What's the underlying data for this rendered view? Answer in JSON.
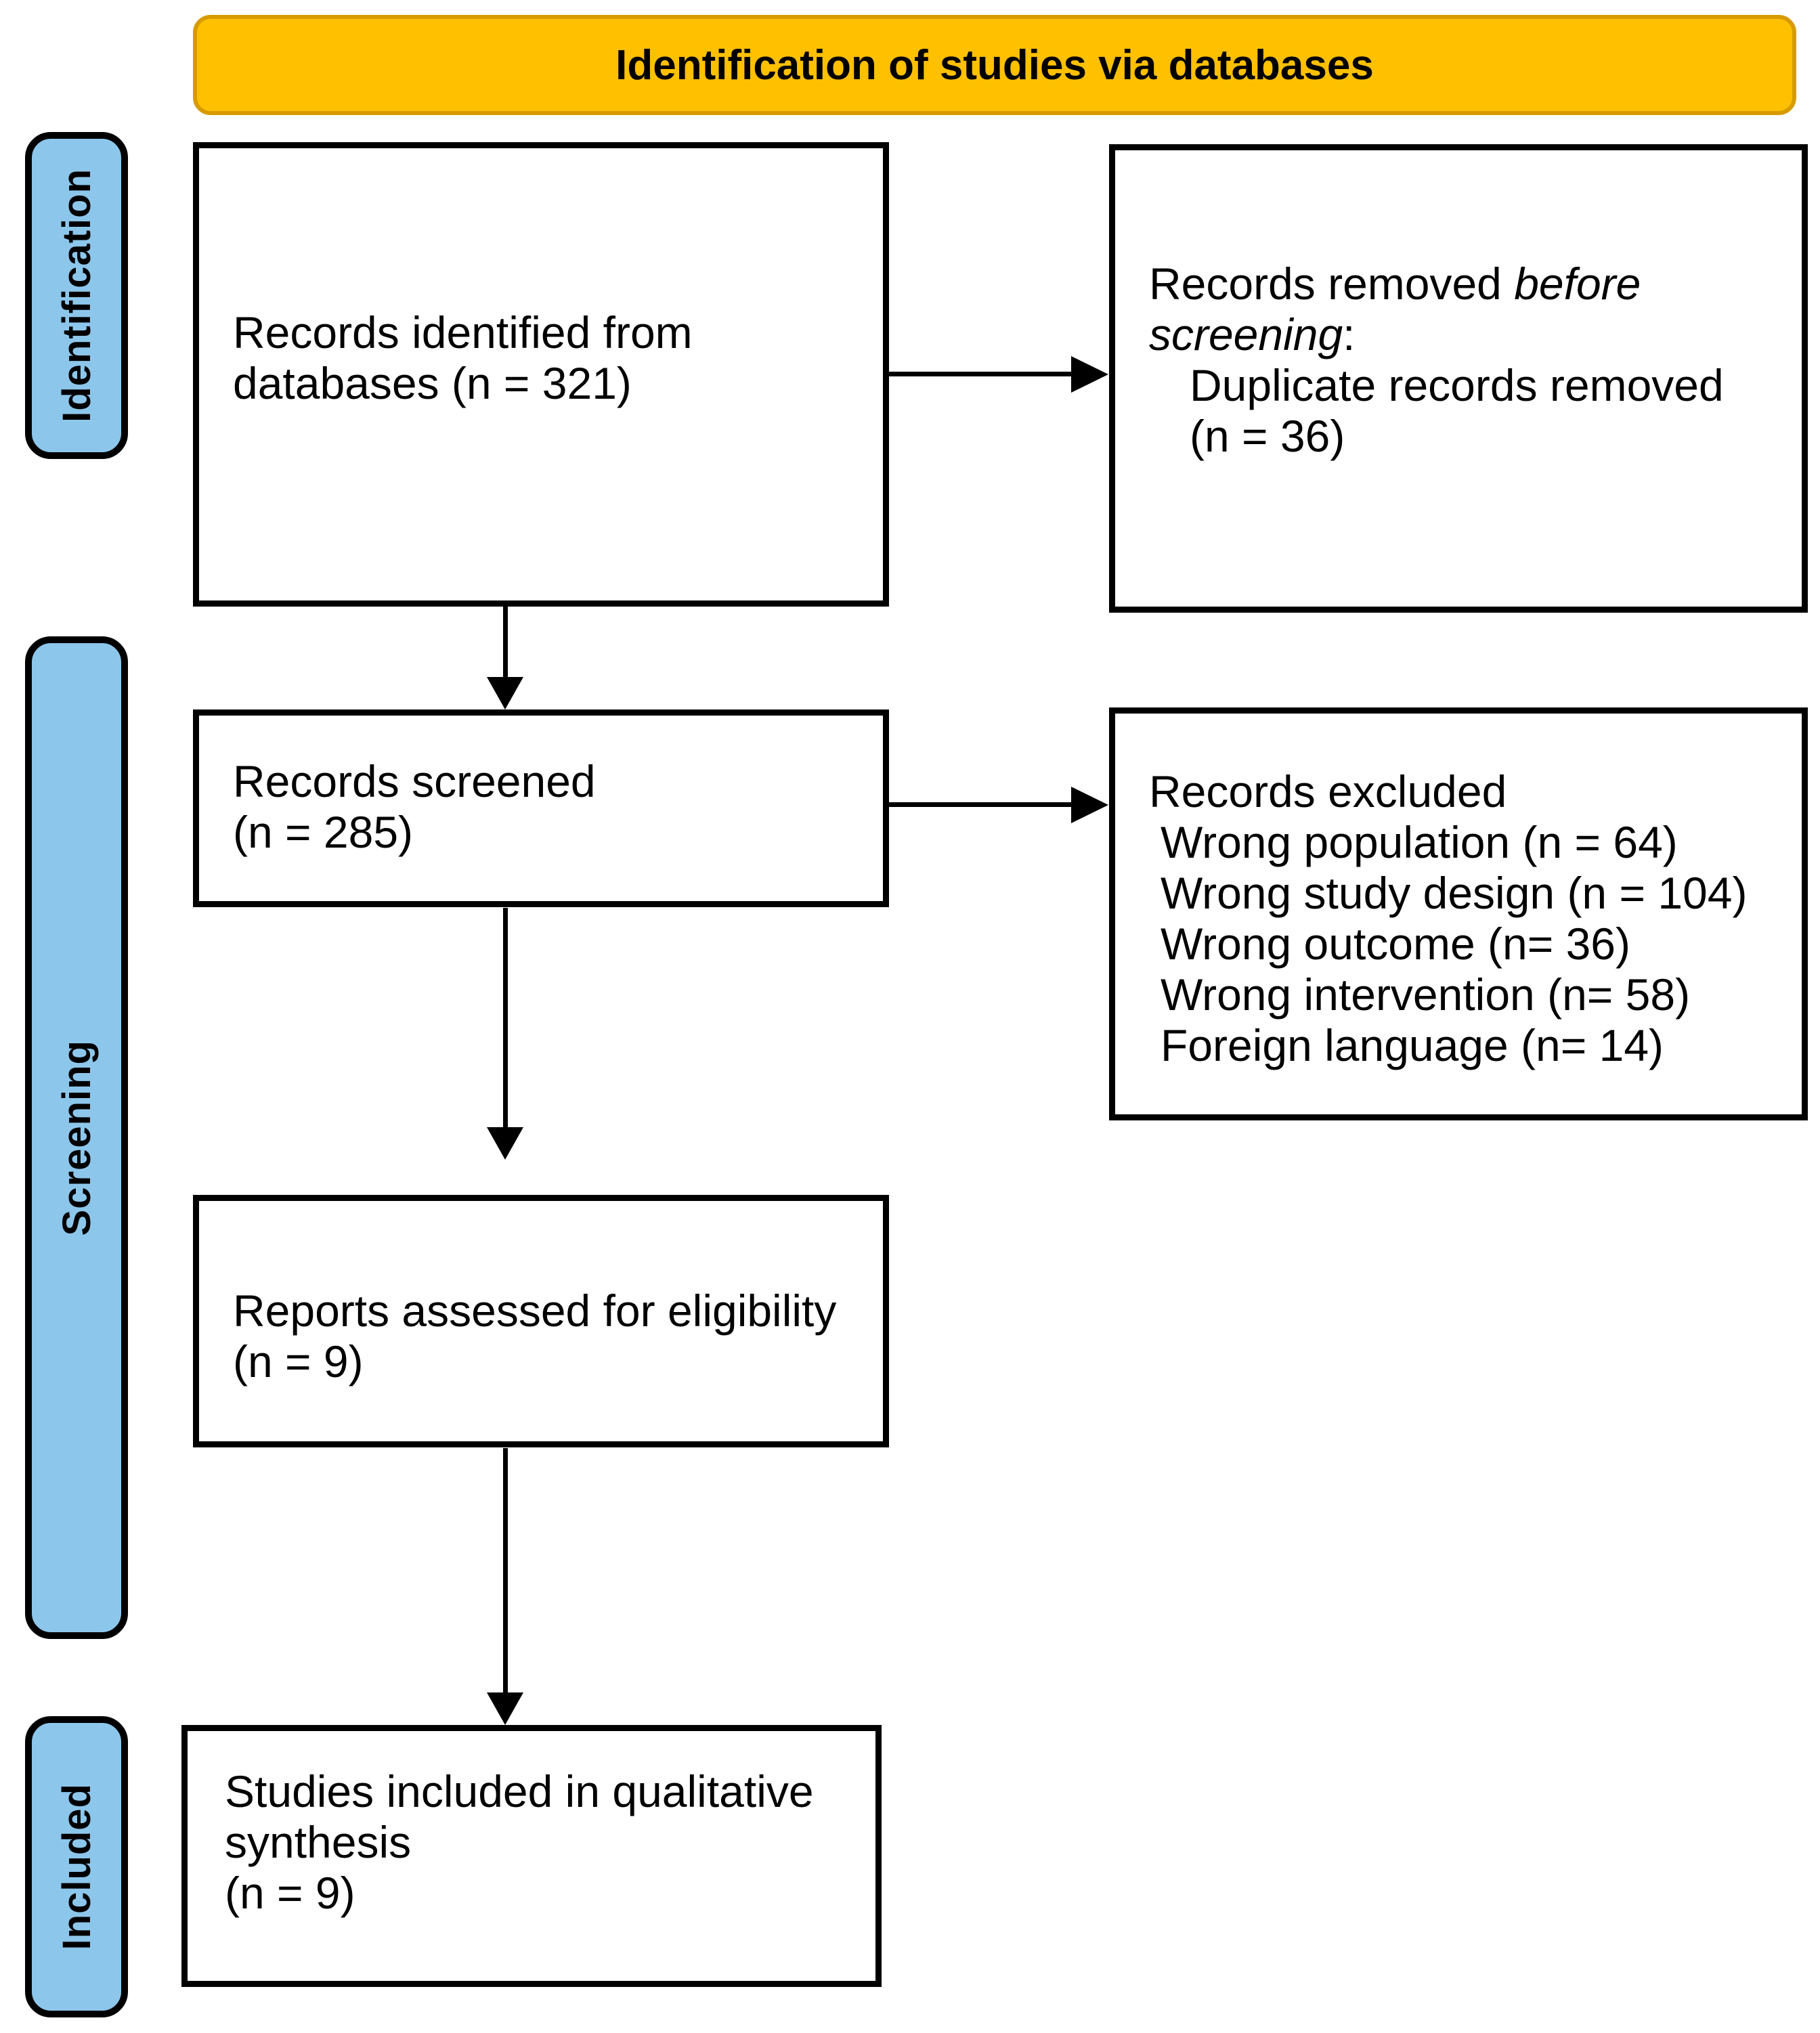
{
  "banner": {
    "label": "Identification of studies via databases",
    "bg_color": "#FFC000"
  },
  "stage_rails": {
    "color": "#8DC6EB",
    "items": [
      {
        "label": "Identification"
      },
      {
        "label": "Screening"
      },
      {
        "label": "Included"
      }
    ]
  },
  "boxes": {
    "identified": {
      "text": "Records identified from\ndatabases (n = 321)"
    },
    "removed_before_screening": {
      "normal_part": "Records removed ",
      "italic_line1": "before",
      "italic_line2": "screening",
      "colon": ":",
      "detail": "Duplicate records removed\n(n = 36)"
    },
    "screened": {
      "text": "Records screened\n(n = 285)"
    },
    "excluded": {
      "title": "Records excluded",
      "items": [
        "Wrong population (n = 64)",
        "Wrong study design (n = 104)",
        "Wrong outcome (n= 36)",
        "Wrong intervention (n= 58)",
        "Foreign language (n= 14)"
      ]
    },
    "assessed": {
      "text": "Reports assessed for eligibility\n(n = 9)"
    },
    "included_synthesis": {
      "text": "Studies included in qualitative\nsynthesis\n(n = 9)"
    }
  }
}
